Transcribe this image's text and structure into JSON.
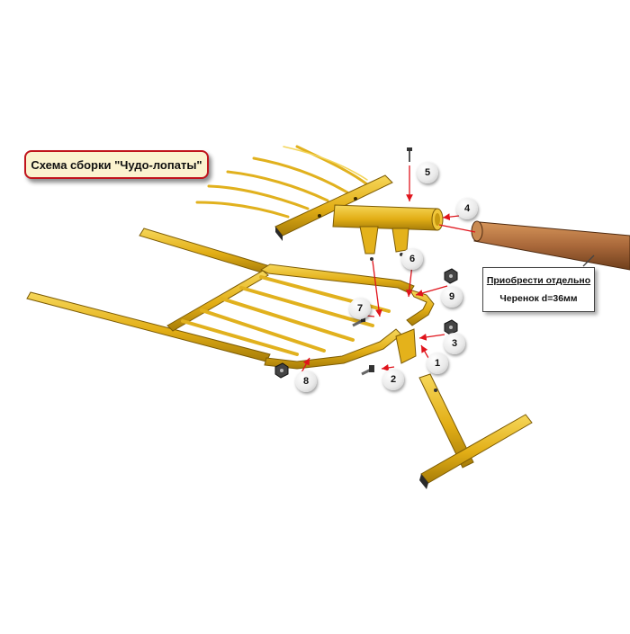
{
  "title": "Схема сборки \"Чудо-лопаты\"",
  "note": {
    "line1": "Приобрести отдельно",
    "line2": "Черенок d=36мм"
  },
  "callouts": [
    {
      "key": "c1",
      "label": "1"
    },
    {
      "key": "c2",
      "label": "2"
    },
    {
      "key": "c3",
      "label": "3"
    },
    {
      "key": "c4",
      "label": "4"
    },
    {
      "key": "c5",
      "label": "5"
    },
    {
      "key": "c6",
      "label": "6"
    },
    {
      "key": "c7",
      "label": "7"
    },
    {
      "key": "c8",
      "label": "8"
    },
    {
      "key": "c9",
      "label": "9"
    }
  ],
  "colors": {
    "frame": "#e8b619",
    "frame_dark": "#a97f0a",
    "handle_wood": "#b07040",
    "arrow": "#e0141c",
    "title_border": "#c0141c",
    "title_bg": "#fbf3cf"
  }
}
